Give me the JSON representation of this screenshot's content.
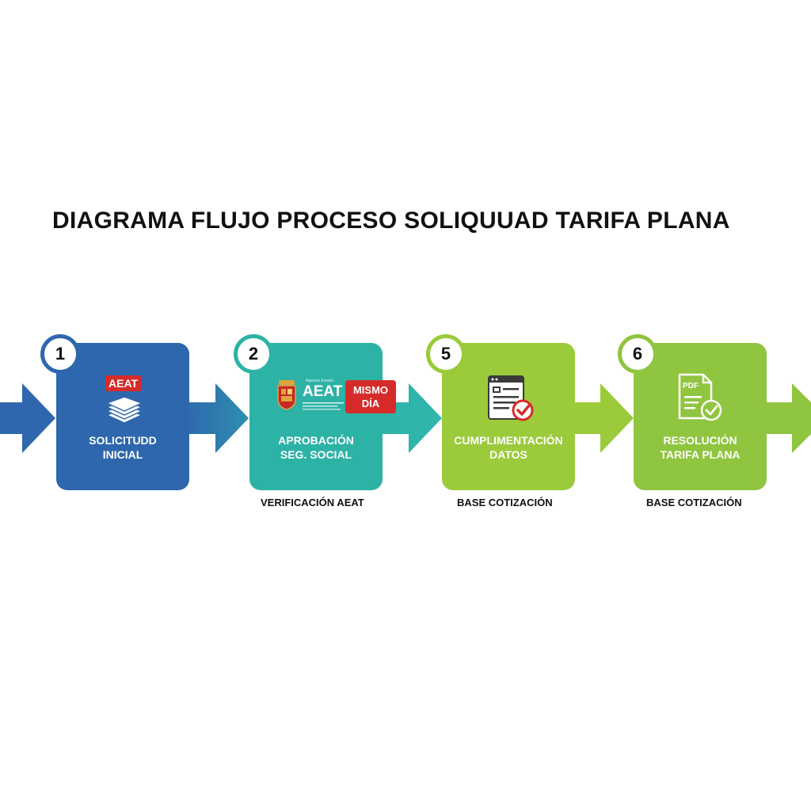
{
  "title": "DIAGRAMA FLUJO PROCESO SOLIQUUAD TARIFA PLANA",
  "colors": {
    "blue": "#2e67ad",
    "teal": "#2db2a6",
    "lime": "#9bcb3b",
    "green": "#8fc53f",
    "red": "#d62b2b"
  },
  "steps": [
    {
      "number": "1",
      "label_line1": "SOLICITUDD",
      "label_line2": "INICIAL",
      "tag": "AEAT",
      "icon": "stack-of-papers-icon",
      "sublabel": ""
    },
    {
      "number": "2",
      "label_line1": "APROBACIÓN",
      "label_line2": "SEG. SOCIAL",
      "logo_small": "Agencia Estatal",
      "logo_text": "AEAT",
      "badge_line1": "MISMO",
      "badge_line2": "DÍA",
      "icon": "coat-of-arms-icon",
      "sublabel": "VERIFICACIÓN AEAT"
    },
    {
      "number": "5",
      "label_line1": "CUMPLIMENTACIÓN",
      "label_line2": "DATOS",
      "icon": "form-check-icon",
      "sublabel": "BASE COTIZACIÓN"
    },
    {
      "number": "6",
      "label_line1": "RESOLUCIÓN",
      "label_line2": "TARIFA PLANA",
      "pdf_label": "PDF",
      "icon": "pdf-document-icon",
      "sublabel": "BASE COTIZACIÓN"
    }
  ]
}
